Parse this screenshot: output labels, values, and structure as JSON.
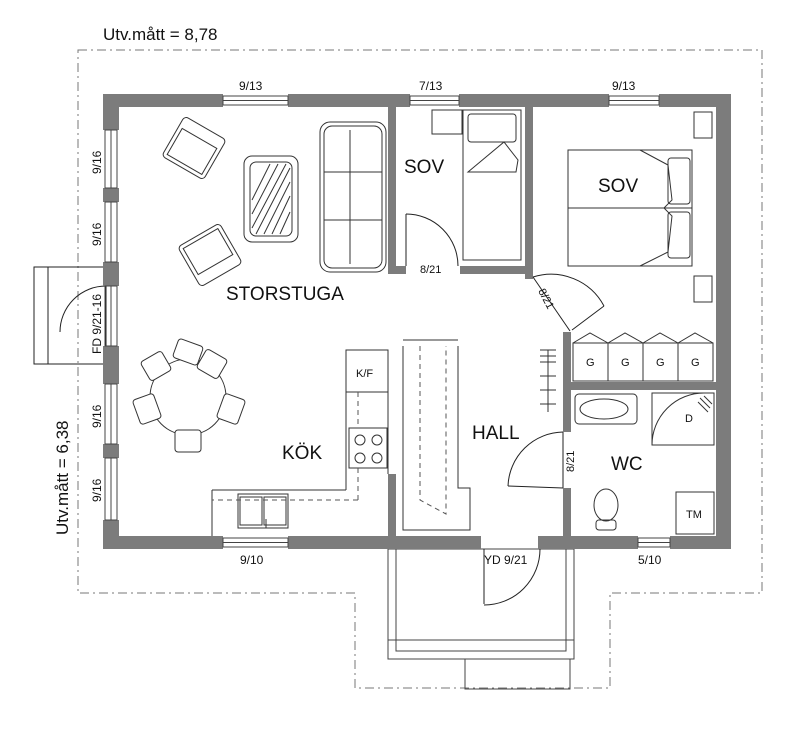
{
  "dimensions": {
    "width_label": "Utv.mått = 8,78",
    "height_label": "Utv.mått = 6,38"
  },
  "rooms": {
    "storstuga": "STORSTUGA",
    "sov_small": "SOV",
    "sov_large": "SOV",
    "kok": "KÖK",
    "hall": "HALL",
    "wc": "WC"
  },
  "windows": {
    "top_left": "9/13",
    "top_mid": "7/13",
    "top_right": "9/13",
    "left_1": "9/16",
    "left_2": "9/16",
    "left_3": "9/16",
    "left_4": "9/16",
    "bottom_left": "9/10",
    "bottom_right": "5/10"
  },
  "doors": {
    "front_door": "FD 9/21-16",
    "sov_small_door": "8/21",
    "sov_large_door": "8/21",
    "wc_door": "8/21",
    "entrance_door": "YD 9/21"
  },
  "fixtures": {
    "fridge_freezer": "K/F",
    "wardrobe_1": "G",
    "wardrobe_2": "G",
    "wardrobe_3": "G",
    "wardrobe_4": "G",
    "shower": "D",
    "washing_machine": "TM"
  }
}
